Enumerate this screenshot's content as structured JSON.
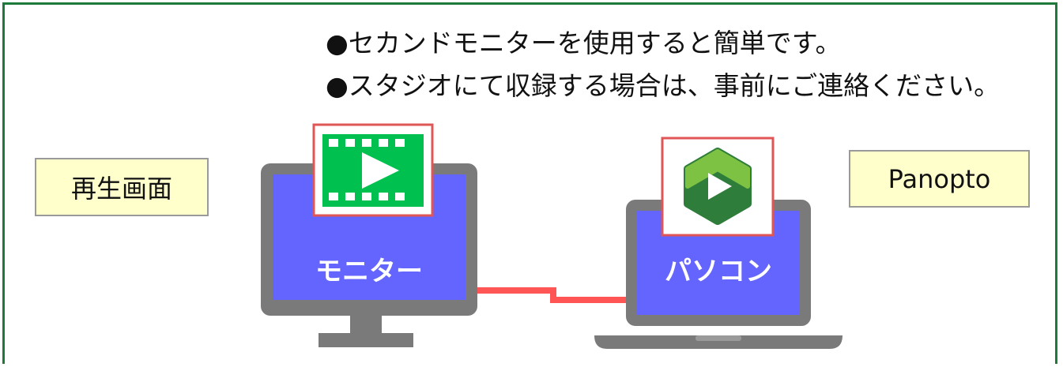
{
  "notes": [
    "●セカンドモニターを使用すると簡単です。",
    "●スタジオにて収録する場合は、事前にご連絡ください。"
  ],
  "labels": {
    "playback": "再生画面",
    "panopto": "Panopto"
  },
  "devices": {
    "monitor": "モニター",
    "pc": "パソコン"
  },
  "colors": {
    "frame": "#1e7a3a",
    "screen": "#6464ff",
    "bezel": "#7a7a7a",
    "cable": "#ff5555",
    "label_fill": "#ffffcc",
    "video_icon": "#00c050"
  },
  "icons": [
    "video-play-icon",
    "panopto-logo-icon"
  ]
}
